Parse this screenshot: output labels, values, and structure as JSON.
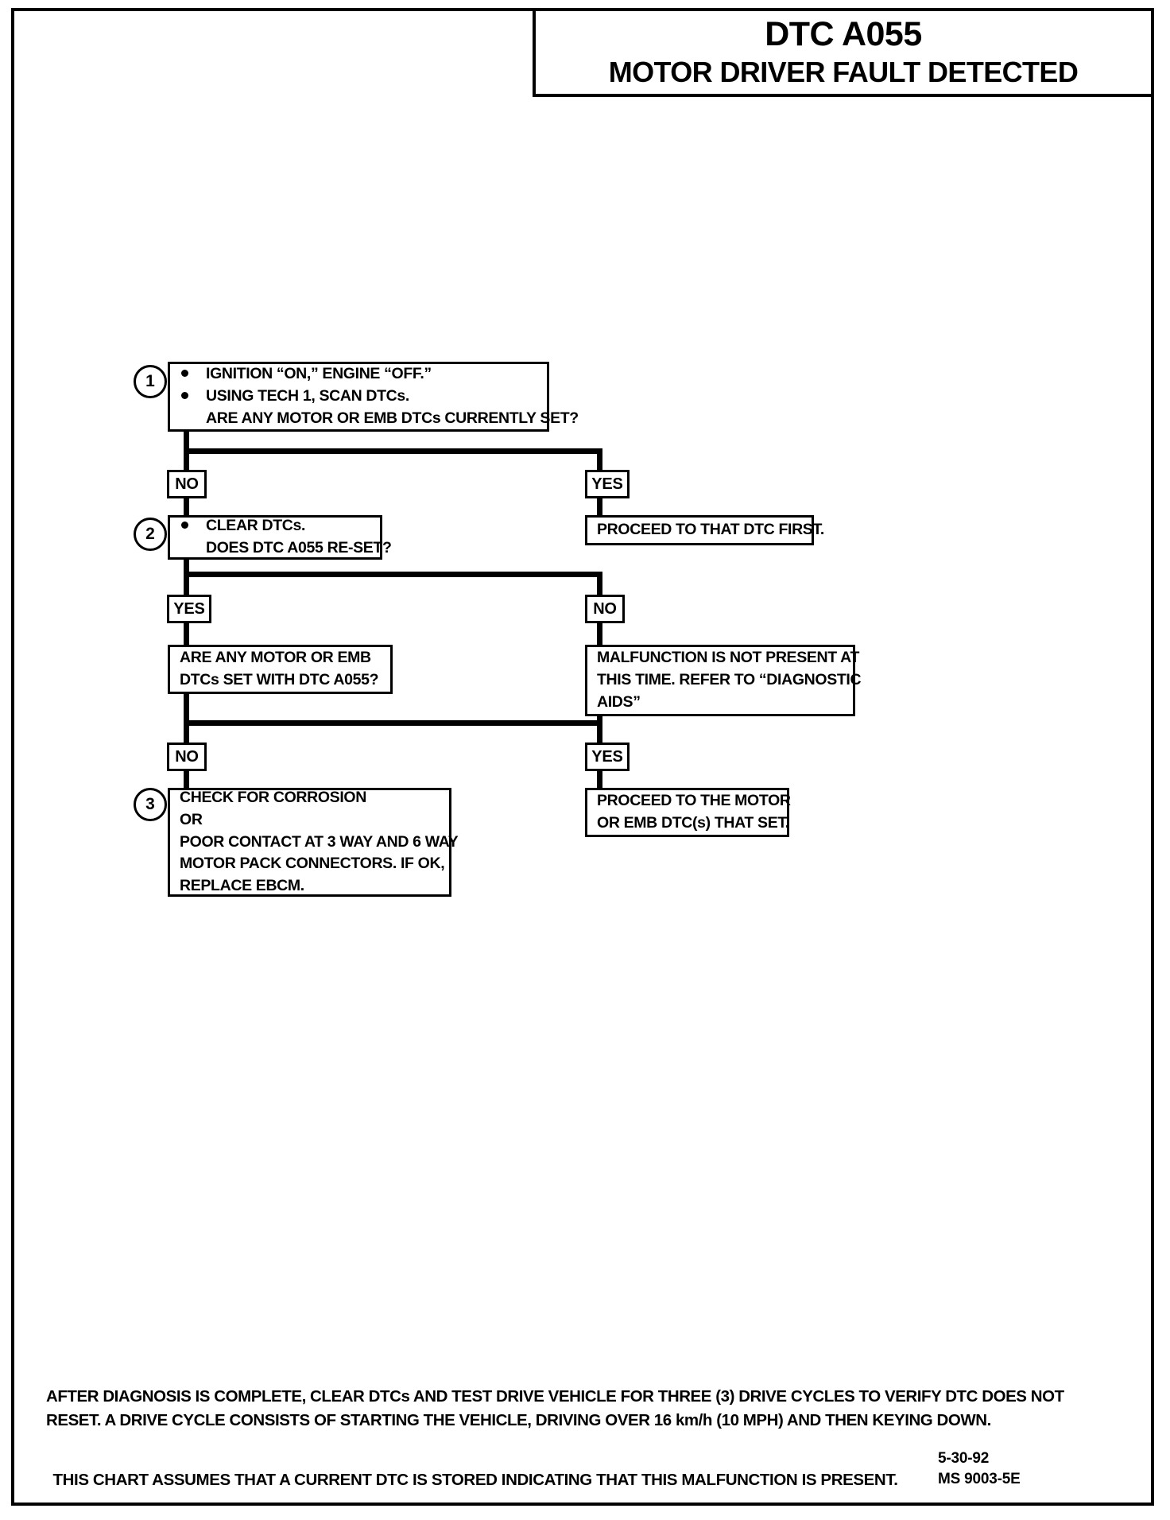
{
  "header": {
    "title": "DTC A055",
    "subtitle": "MOTOR DRIVER FAULT DETECTED"
  },
  "chart_data": {
    "type": "diagram",
    "title": "DTC A055 MOTOR DRIVER FAULT DETECTED",
    "nodes": [
      {
        "id": "step1",
        "step": "1",
        "lines": [
          "IGNITION “ON,” ENGINE “OFF.”",
          "USING TECH 1, SCAN DTCs.",
          "ARE ANY MOTOR OR EMB DTCs CURRENTLY SET?"
        ]
      },
      {
        "id": "step2",
        "step": "2",
        "lines": [
          "CLEAR DTCs.",
          "DOES DTC A055 RE-SET?"
        ]
      },
      {
        "id": "proceed_first",
        "lines": [
          "PROCEED TO THAT DTC FIRST."
        ]
      },
      {
        "id": "set_with",
        "lines": [
          "ARE ANY MOTOR OR EMB",
          "DTCs SET WITH DTC A055?"
        ]
      },
      {
        "id": "malfunction",
        "lines": [
          "MALFUNCTION IS NOT PRESENT AT",
          "THIS TIME.  REFER TO “DIAGNOSTIC",
          "AIDS”"
        ]
      },
      {
        "id": "step3",
        "step": "3",
        "lines": [
          "CHECK FOR CORROSION",
          "OR",
          "POOR CONTACT AT 3 WAY AND 6 WAY",
          "MOTOR PACK CONNECTORS.  IF OK,",
          "REPLACE EBCM."
        ]
      },
      {
        "id": "proceed_motor",
        "lines": [
          "PROCEED TO THE MOTOR",
          "OR EMB DTC(s) THAT SET."
        ]
      }
    ],
    "branch_labels": {
      "b1_no": "NO",
      "b1_yes": "YES",
      "b2_yes": "YES",
      "b2_no": "NO",
      "b3_no": "NO",
      "b3_yes": "YES"
    }
  },
  "footer": {
    "note_line1": "AFTER DIAGNOSIS IS COMPLETE, CLEAR DTCs AND TEST DRIVE VEHICLE FOR THREE (3) DRIVE CYCLES TO VERIFY DTC DOES NOT",
    "note_line2": "RESET.  A DRIVE CYCLE CONSISTS OF STARTING THE VEHICLE, DRIVING OVER 16 km/h (10 MPH) AND THEN KEYING DOWN.",
    "assumes": "THIS CHART ASSUMES THAT A CURRENT DTC IS STORED INDICATING THAT THIS MALFUNCTION IS PRESENT.",
    "date": "5-30-92",
    "doc_code": "MS 9003-5E"
  }
}
